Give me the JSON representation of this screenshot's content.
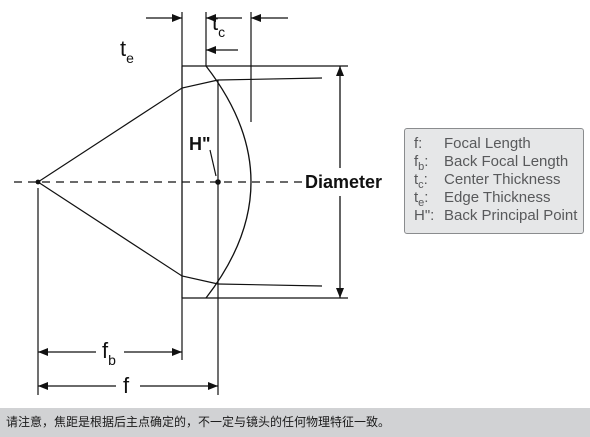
{
  "diagram": {
    "labels": {
      "te_main": "t",
      "te_sub": "e",
      "tc_main": "t",
      "tc_sub": "c",
      "principal_point": "H\"",
      "diameter": "Diameter",
      "fb_main": "f",
      "fb_sub": "b",
      "f": "f"
    }
  },
  "legend": {
    "items": [
      {
        "symbol": "f",
        "subscript": "",
        "colon": ":",
        "text": "Focal Length"
      },
      {
        "symbol": "f",
        "subscript": "b",
        "colon": ":",
        "text": "Back Focal Length"
      },
      {
        "symbol": "t",
        "subscript": "c",
        "colon": ":",
        "text": "Center Thickness"
      },
      {
        "symbol": "t",
        "subscript": "e",
        "colon": ":",
        "text": "Edge Thickness"
      },
      {
        "symbol": "H\"",
        "subscript": "",
        "colon": ":",
        "text": "Back Principal Point"
      }
    ]
  },
  "footnote": "请注意，焦距是根据后主点确定的，不一定与镜头的任何物理特征一致。",
  "colors": {
    "background": "#ffffff",
    "line": "#111111",
    "legend_bg": "#e6e7e8",
    "legend_border": "#8a8c8e",
    "legend_text": "#58595b",
    "footnote_bg": "#d1d2d4"
  }
}
